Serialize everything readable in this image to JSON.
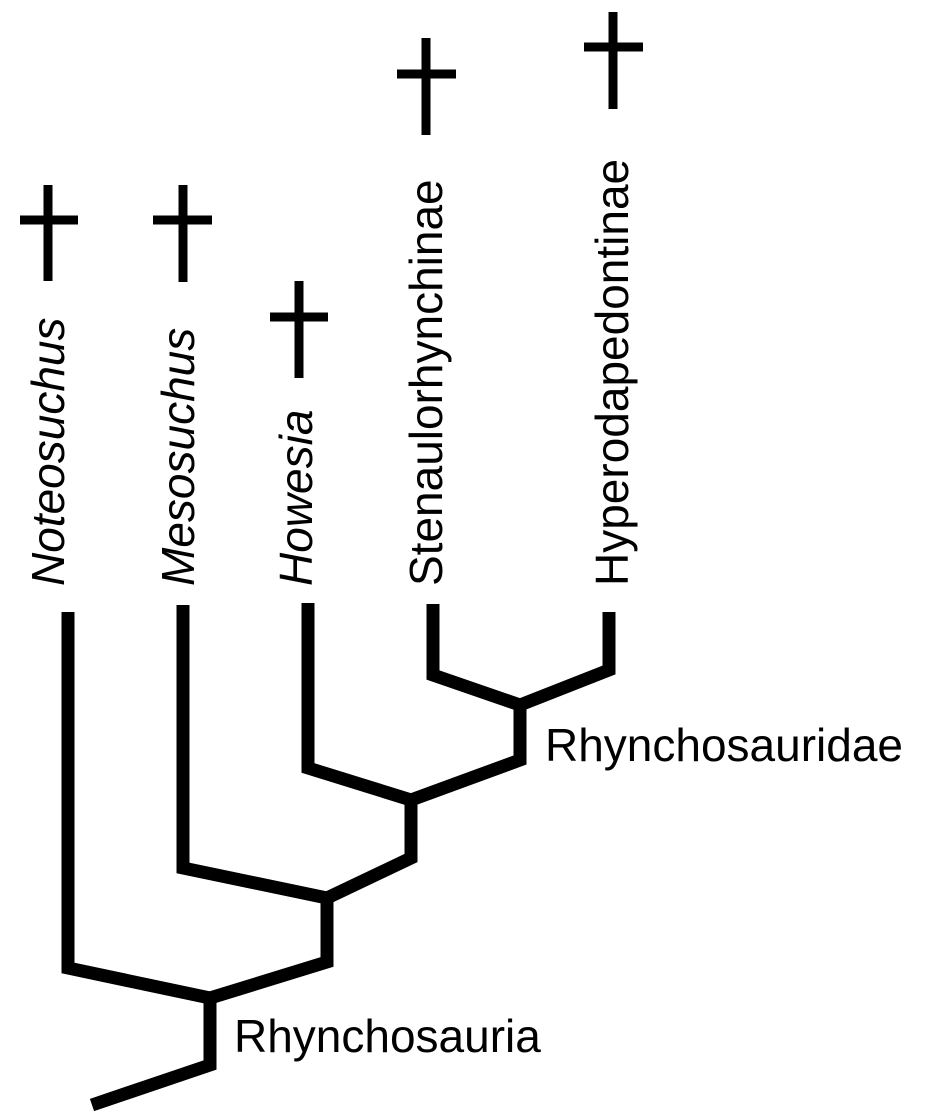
{
  "taxa": [
    {
      "name": "Noteosuchus",
      "italic": true,
      "extinct": true
    },
    {
      "name": "Mesosuchus",
      "italic": true,
      "extinct": true
    },
    {
      "name": "Howesia",
      "italic": true,
      "extinct": true
    },
    {
      "name": "Stenaulorhynchinae",
      "italic": false,
      "extinct": true
    },
    {
      "name": "Hyperodapedontinae",
      "italic": false,
      "extinct": true
    }
  ],
  "clades": {
    "rhynchosauridae": "Rhynchosauridae",
    "rhynchosauria": "Rhynchosauria"
  },
  "colors": {
    "line": "#000000",
    "background": "#ffffff"
  }
}
